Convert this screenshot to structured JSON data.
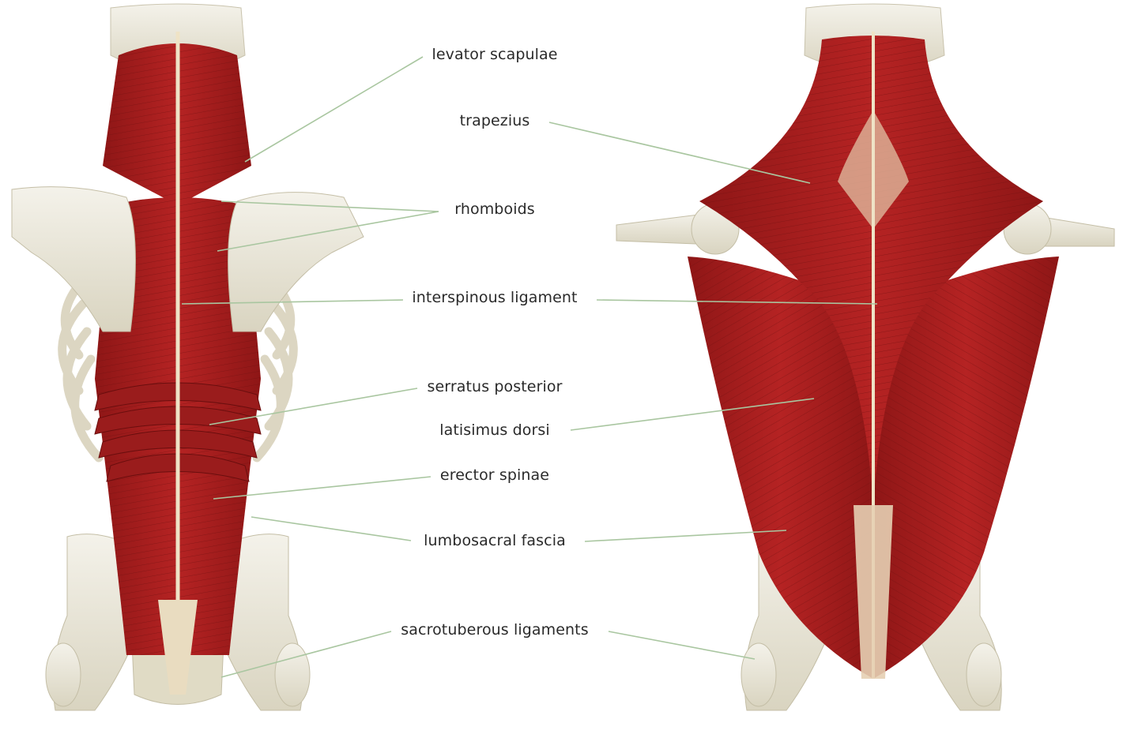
{
  "labels": {
    "levator_scapulae": "levator scapulae",
    "trapezius": "trapezius",
    "rhomboids": "rhomboids",
    "interspinous_ligament": "interspinous ligament",
    "serratus_posterior": "serratus posterior",
    "latisimus_dorsi": "latisimus dorsi",
    "erector_spinae": "erector spinae",
    "lumbosacral_fascia": "lumbosacral fascia",
    "sacrotuberous_ligaments": "sacrotuberous ligaments"
  },
  "colors": {
    "muscle": "#a81e1e",
    "muscle_dark": "#7a1212",
    "bone": "#ece9dc",
    "bone_shadow": "#cfcab6",
    "tendon": "#e8c8a8",
    "leader_line": "#a9c6a0",
    "label_text": "#2a2a2a"
  }
}
